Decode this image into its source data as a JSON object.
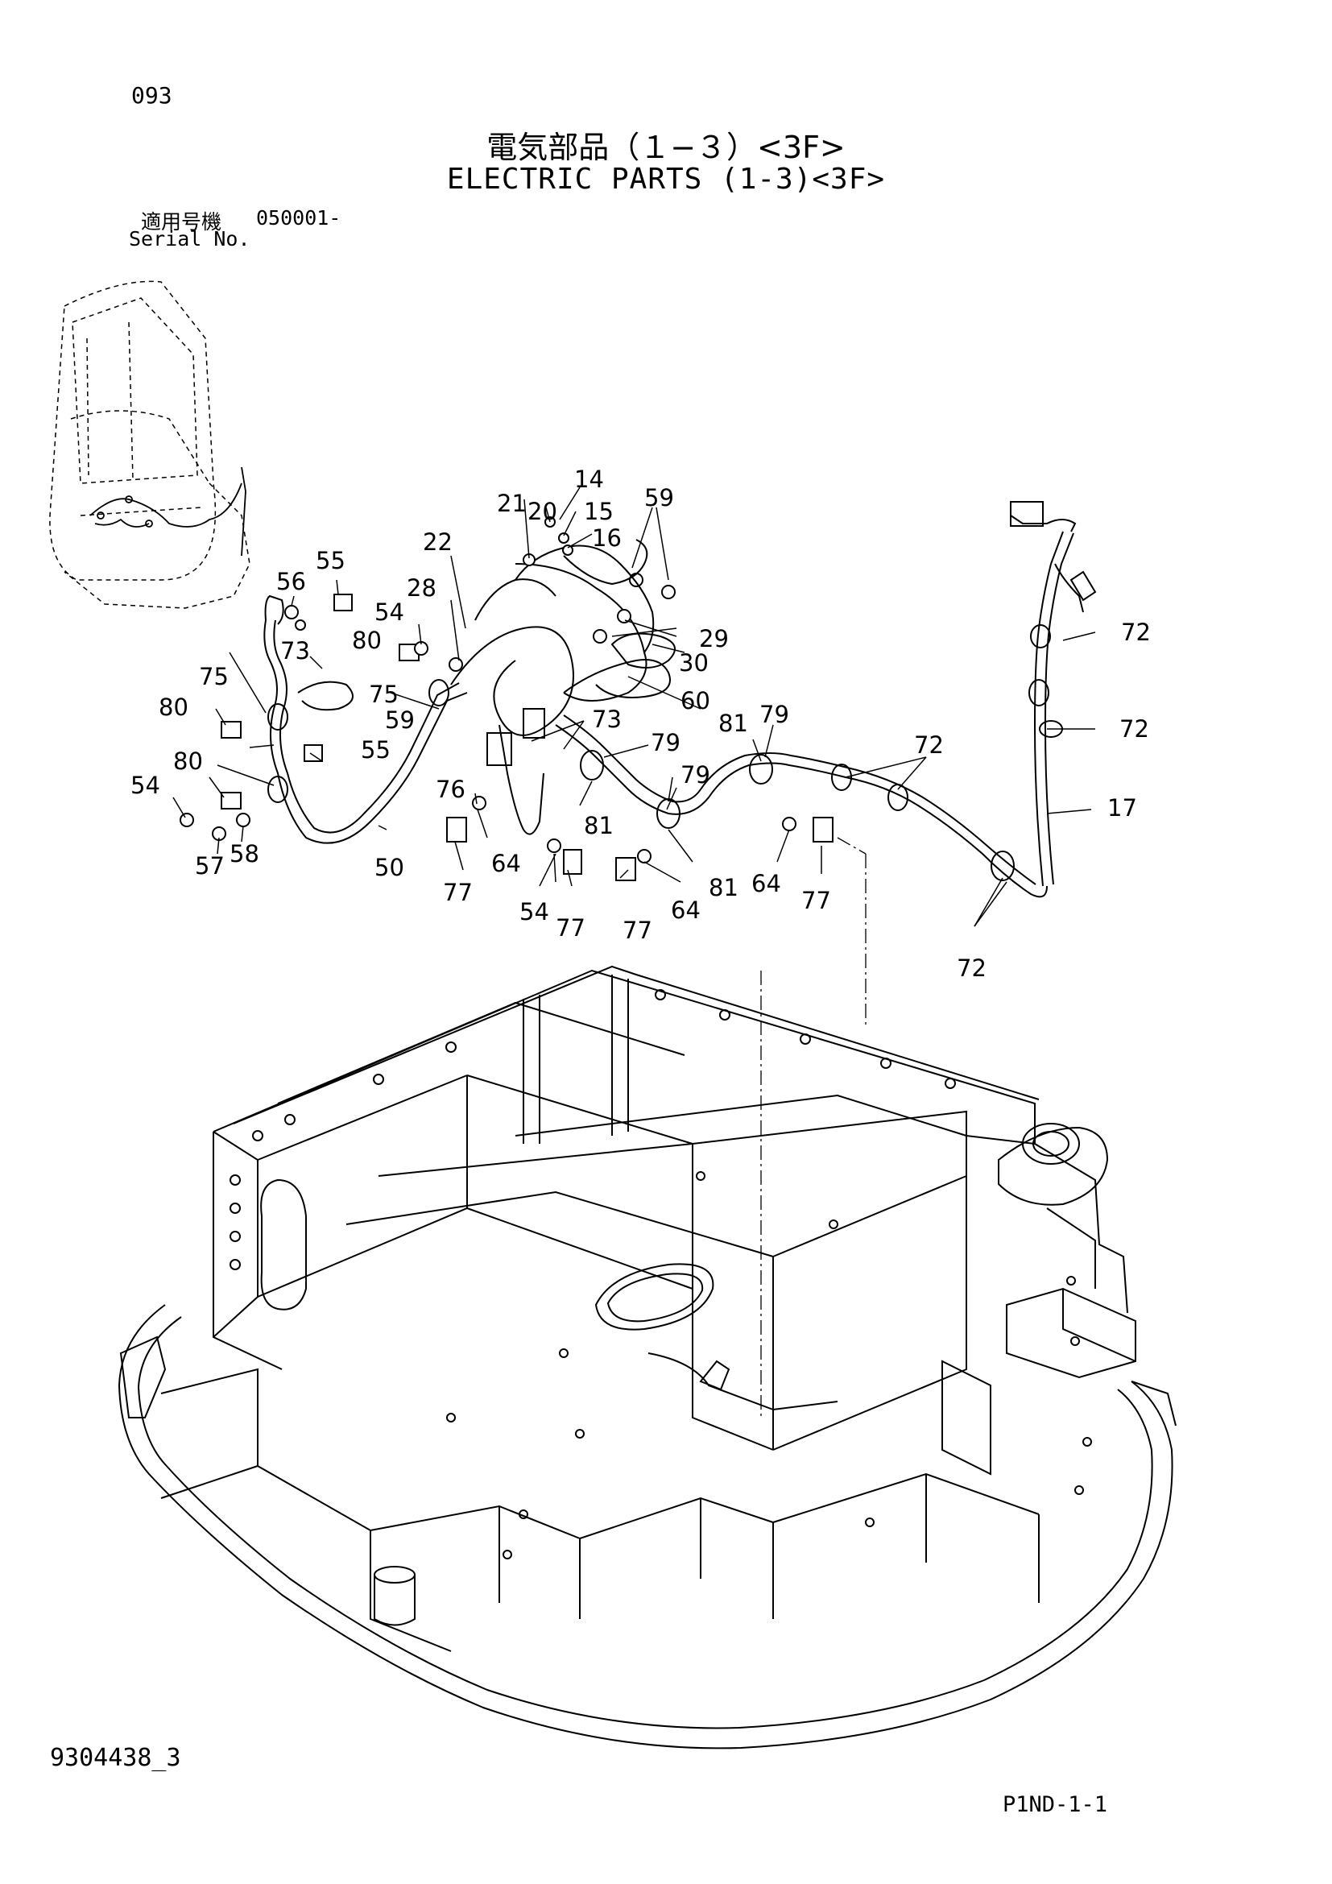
{
  "header": {
    "page_number": "093",
    "title_ja": "電気部品（１−３）<3F>",
    "title_en": "ELECTRIC PARTS (1-3)<3F>",
    "serial_label_ja": "適用号機",
    "serial_value": "050001-",
    "serial_label_en": "Serial No."
  },
  "footer": {
    "doc_code": "9304438_3",
    "page_code": "P1ND-1-1"
  },
  "callouts": [
    "14",
    "15",
    "16",
    "20",
    "21",
    "59",
    "22",
    "28",
    "29",
    "30",
    "54",
    "55",
    "56",
    "73",
    "80",
    "75",
    "80",
    "75",
    "80",
    "54",
    "57",
    "58",
    "59",
    "55",
    "50",
    "60",
    "73",
    "79",
    "81",
    "79",
    "81",
    "76",
    "64",
    "77",
    "54",
    "77",
    "77",
    "64",
    "79",
    "81",
    "64",
    "77",
    "72",
    "72",
    "72",
    "17",
    "72"
  ]
}
